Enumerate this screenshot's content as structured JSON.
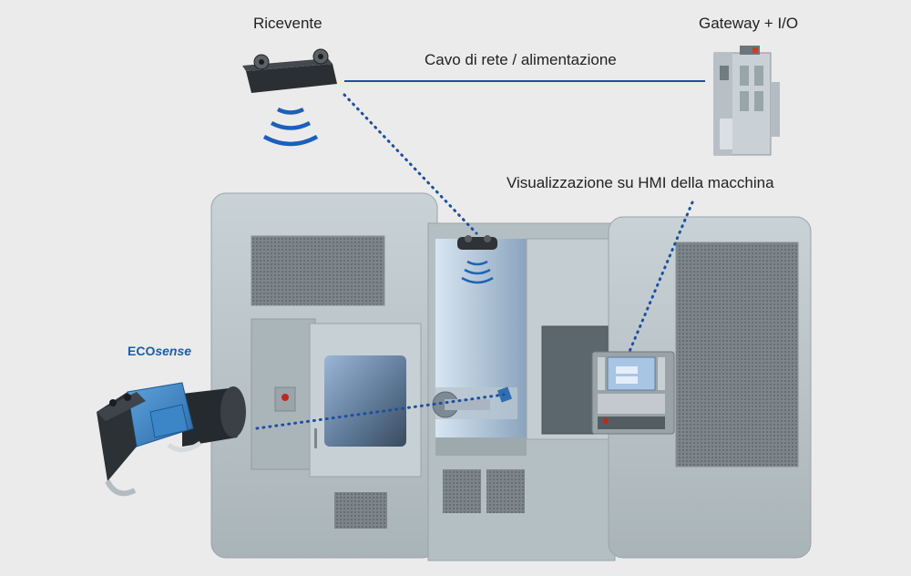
{
  "labels": {
    "receiver": "Ricevente",
    "gateway": "Gateway + I/O",
    "cable": "Cavo di rete / alimentazione",
    "hmi": "Visualizzazione su HMI della macchina",
    "brand_prefix": "ECO",
    "brand_suffix": "sense"
  },
  "colors": {
    "background": "#ebebeb",
    "link_blue": "#1d4f9c",
    "machine_body": "#b9c4c9",
    "sensor_blue": "#3b82c4"
  },
  "icons": {
    "receiver": "receiver-device-icon",
    "gateway": "gateway-module-icon",
    "wireless": "wireless-signal-icon",
    "sensor": "ecosense-sensor-icon"
  }
}
